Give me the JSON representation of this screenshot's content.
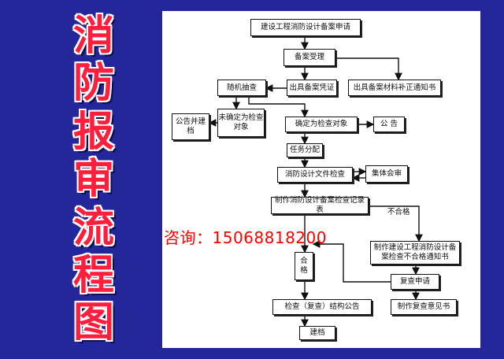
{
  "title_chars": [
    "消",
    "防",
    "报",
    "审",
    "流",
    "程",
    "图"
  ],
  "contact": "咨询：15068818200",
  "boxes": {
    "application": "建设工程消防设计备案申请",
    "acceptance": "备案受理",
    "random_check": "随机抽查",
    "issue_cert": "出具备案凭证",
    "supplement_notice": "出具备案材料补正通知书",
    "publish_file": "公告并建档",
    "not_selected": "未确定为检查对象",
    "selected": "确定为检查对象",
    "announce": "公 告",
    "assign": "任务分配",
    "file_review": "消防设计文件检查",
    "group_review": "集体会审",
    "make_record": "制作消防设计备案检查记录表",
    "fail_notice": "制作建设工程消防设计备案检查不合格通知书",
    "pass": "合格",
    "recheck_apply": "复查申请",
    "recheck_opinion": "制作复查意见书",
    "result_notice": "检查（复查）结构公告",
    "archive": "建档"
  },
  "labels": {
    "fail": "不合格"
  },
  "colors": {
    "background": "#23279a",
    "title": "#ff1e3c",
    "contact": "#ff0000"
  }
}
